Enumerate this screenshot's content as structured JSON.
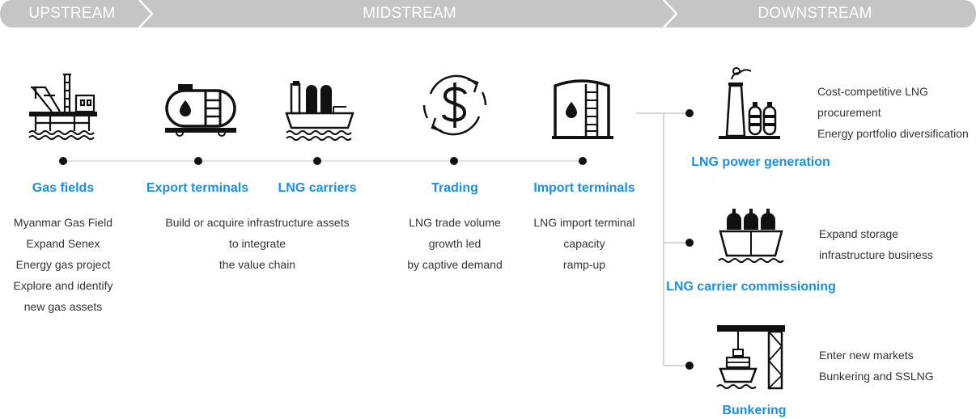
{
  "stages": {
    "upstream": "UPSTREAM",
    "midstream": "MIDSTREAM",
    "downstream": "DOWNSTREAM"
  },
  "steps": [
    {
      "title": "Gas fields",
      "icon": "offshore-rig-icon",
      "lines": [
        "Myanmar Gas Field",
        "Expand Senex",
        "Energy gas project",
        "Explore and identify",
        "new gas assets"
      ]
    },
    {
      "title": "Export terminals",
      "icon": "storage-tank-icon",
      "lines": [
        "Build or acquire infrastructure assets",
        "to integrate",
        "the value chain"
      ]
    },
    {
      "title": "LNG carriers",
      "icon": "lng-ship-icon",
      "lines": []
    },
    {
      "title": "Trading",
      "icon": "dollar-cycle-icon",
      "lines": [
        "LNG trade volume",
        "growth led",
        "by captive demand"
      ]
    },
    {
      "title": "Import terminals",
      "icon": "import-tank-icon",
      "lines": [
        "LNG import terminal",
        "capacity",
        "ramp-up"
      ]
    }
  ],
  "downstream": [
    {
      "title": "LNG power generation",
      "icon": "power-plant-icon",
      "lines": [
        "Cost-competitive LNG",
        "procurement",
        "Energy portfolio diversification"
      ]
    },
    {
      "title": "LNG carrier commissioning",
      "icon": "lng-carrier-icon",
      "lines": [
        "Expand storage",
        "infrastructure business"
      ]
    },
    {
      "title": "Bunkering",
      "icon": "bunkering-crane-icon",
      "lines": [
        "Enter new markets",
        "Bunkering and SSLNG"
      ]
    }
  ],
  "colors": {
    "banner": "#c5c5c5",
    "accent": "#1a8fe3",
    "ink": "#111111",
    "text": "#333333"
  }
}
